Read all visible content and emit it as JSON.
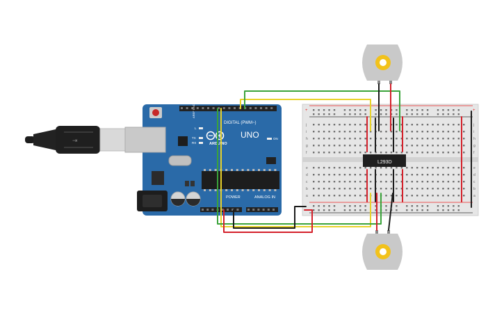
{
  "arduino": {
    "brand": "ARDUINO",
    "model": "UNO",
    "digital_header": "DIGITAL (PWM~)",
    "power_header": "POWER",
    "analog_header": "ANALOG IN",
    "on_label": "ON",
    "led_l": "L",
    "led_tx": "TX",
    "led_rx": "RX"
  },
  "chip": {
    "label": "L293D"
  },
  "breadboard": {
    "rows_top": [
      "j",
      "i",
      "h",
      "g",
      "f"
    ],
    "rows_bottom": [
      "e",
      "d",
      "c",
      "b",
      "a"
    ],
    "plus": "+",
    "minus": "-"
  },
  "colors": {
    "board": "#2a6aa8",
    "wire_red": "#d4202a",
    "wire_black": "#1a1a1a",
    "wire_yellow": "#e8d22a",
    "wire_green": "#3aa33a",
    "motor_gear": "#f2c21b",
    "breadboard": "#e6e6e6"
  }
}
